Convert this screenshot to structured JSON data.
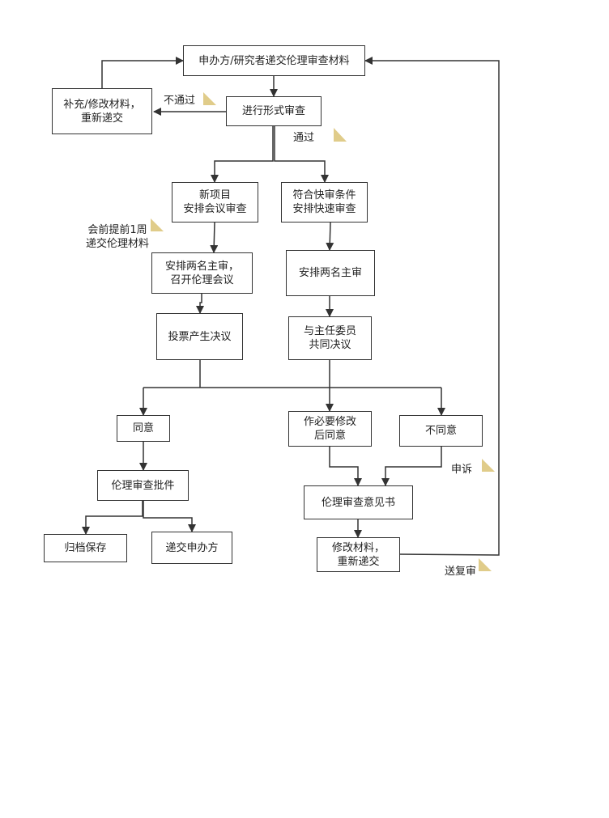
{
  "nodes": {
    "submit": "申办方/研究者递交伦理审查材料",
    "supplement": "补充/修改材料，\n重新递交",
    "formal_review": "进行形式审查",
    "new_project": "新项目\n安排会议审查",
    "fast_track": "符合快审条件\n安排快速审查",
    "two_reviewers_meeting": "安排两名主审，\n召开伦理会议",
    "two_reviewers": "安排两名主审",
    "vote": "投票产生决议",
    "joint_decision": "与主任委员\n共同决议",
    "agree": "同意",
    "agree_after_modify": "作必要修改\n后同意",
    "disagree": "不同意",
    "approval": "伦理审查批件",
    "opinion_letter": "伦理审查意见书",
    "archive": "归档保存",
    "deliver": "递交申办方",
    "modify_resubmit": "修改材料，\n重新递交"
  },
  "labels": {
    "fail": "不通过",
    "pass": "通过",
    "one_week": "会前提前1周\n递交伦理材料",
    "appeal": "申诉",
    "re_review": "送复审"
  },
  "colors": {
    "line": "#333333",
    "note": "#e0cc8a"
  }
}
